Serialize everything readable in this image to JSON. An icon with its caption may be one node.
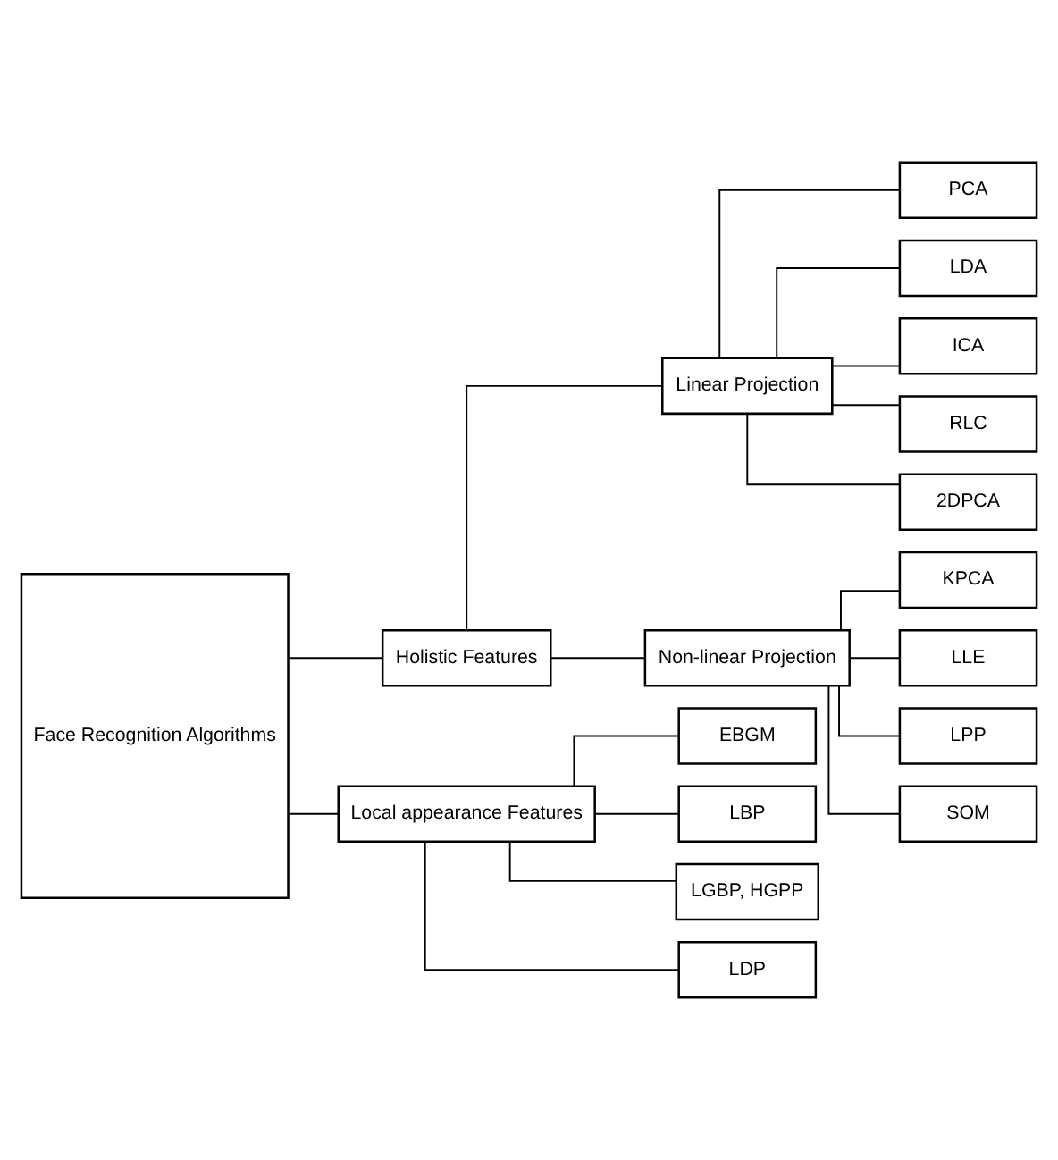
{
  "diagram": {
    "nodes": [
      {
        "text": [
          "Face Recognition Algorithms"
        ]
      },
      {
        "text": [
          "Holistic Features"
        ]
      },
      {
        "text": [
          "Local appearance Features"
        ]
      },
      {
        "text": [
          "Linear Projection"
        ]
      },
      {
        "text": [
          "Non-linear Projection"
        ]
      },
      {
        "text": [
          "PCA"
        ]
      },
      {
        "text": [
          "LDA"
        ]
      },
      {
        "text": [
          "ICA"
        ]
      },
      {
        "text": [
          "RLC"
        ]
      },
      {
        "text": [
          "2DPCA"
        ]
      },
      {
        "text": [
          "KPCA"
        ]
      },
      {
        "text": [
          "LLE"
        ]
      },
      {
        "text": [
          "LPP"
        ]
      },
      {
        "text": [
          "SOM"
        ]
      },
      {
        "text": [
          "EBGM"
        ]
      },
      {
        "text": [
          "LBP"
        ]
      },
      {
        "text": [
          "LGBP, HGPP"
        ]
      },
      {
        "text": [
          "LDP"
        ]
      }
    ],
    "edges": [
      {
        "from": 0,
        "to": 1,
        "arrow": "none"
      },
      {
        "from": 0,
        "to": 2,
        "arrow": "none"
      },
      {
        "from": 1,
        "to": 3,
        "arrow": "none"
      },
      {
        "from": 1,
        "to": 4,
        "arrow": "none"
      },
      {
        "from": 3,
        "to": 5,
        "arrow": "none"
      },
      {
        "from": 3,
        "to": 6,
        "arrow": "none"
      },
      {
        "from": 3,
        "to": 7,
        "arrow": "none"
      },
      {
        "from": 3,
        "to": 8,
        "arrow": "none"
      },
      {
        "from": 3,
        "to": 9,
        "arrow": "none"
      },
      {
        "from": 4,
        "to": 10,
        "arrow": "none"
      },
      {
        "from": 4,
        "to": 11,
        "arrow": "none"
      },
      {
        "from": 4,
        "to": 12,
        "arrow": "none"
      },
      {
        "from": 4,
        "to": 13,
        "arrow": "none"
      },
      {
        "from": 2,
        "to": 14,
        "arrow": "none"
      },
      {
        "from": 2,
        "to": 15,
        "arrow": "none"
      },
      {
        "from": 2,
        "to": 16,
        "arrow": "none"
      },
      {
        "from": 2,
        "to": 17,
        "arrow": "none"
      }
    ]
  }
}
